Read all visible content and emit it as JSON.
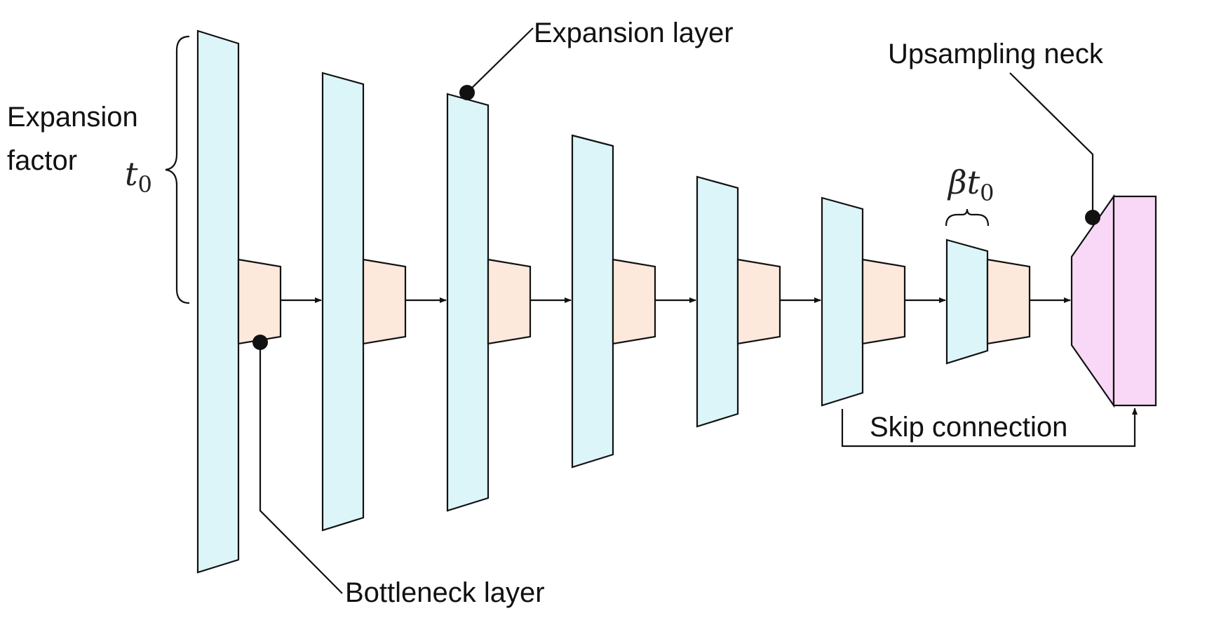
{
  "labels": {
    "expansion_factor_line1": "Expansion",
    "expansion_factor_line2": "factor",
    "expansion_layer": "Expansion layer",
    "bottleneck_layer": "Bottleneck layer",
    "upsampling_neck": "Upsampling neck",
    "skip_connection": "Skip connection"
  },
  "math": {
    "t0_base": "t",
    "t0_sub": "0",
    "beta_t0_base": "βt",
    "beta_t0_sub": "0"
  },
  "colors": {
    "expansion_fill": "#dcf5f8",
    "bottleneck_fill": "#fde8dc",
    "upsampling_fill": "#f8d8f6",
    "stroke": "#111111"
  }
}
